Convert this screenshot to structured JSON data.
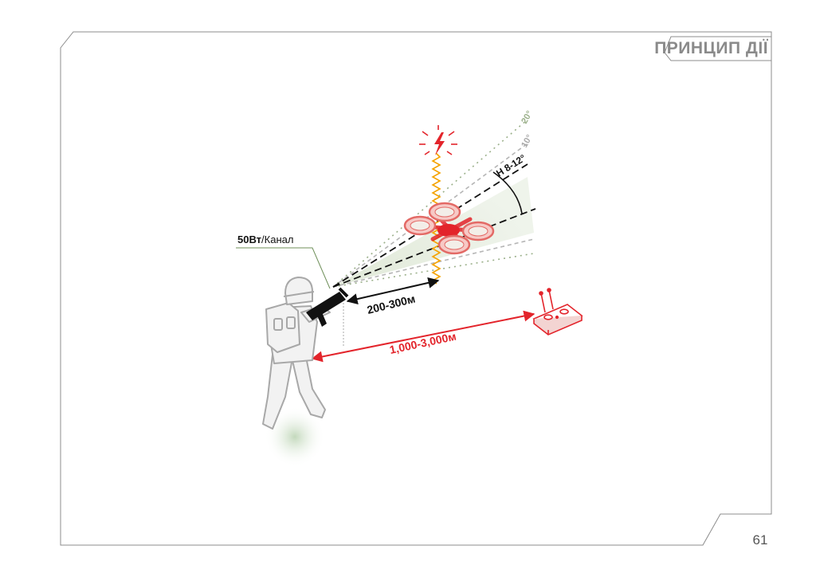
{
  "header": {
    "section_title": "ПРИНЦИП ДІЇ"
  },
  "footer": {
    "page_number": "61"
  },
  "diagram": {
    "power_label_bold": "50Вт",
    "power_label_rest": "/Канал",
    "range_jammer": "200-300м",
    "range_control": "1,000-3,000м",
    "angle_main": "Н 8-12°",
    "angle_10": "10°",
    "angle_20": "20°"
  },
  "colors": {
    "frame": "#8c8c8c",
    "accent_red": "#e3242b",
    "signal_orange": "#f5a300",
    "beam_green": "#9bb08a",
    "beam_grey": "#b5b5b5",
    "outline_grey": "#a8a8a8"
  }
}
